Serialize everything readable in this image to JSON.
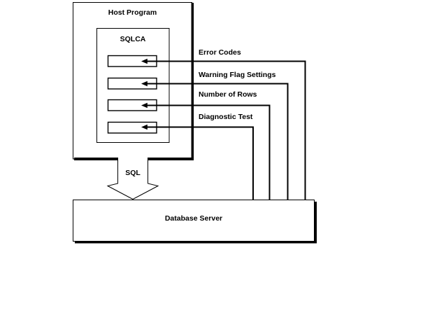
{
  "colors": {
    "line": "#000000",
    "background": "#ffffff",
    "box_fill": "#ffffff"
  },
  "host_program": {
    "label": "Host Program"
  },
  "sqlca": {
    "label": "SQLCA",
    "slot_count": 4
  },
  "connections": [
    {
      "label": "Error Codes"
    },
    {
      "label": "Warning Flag Settings"
    },
    {
      "label": "Number of Rows"
    },
    {
      "label": "Diagnostic Test"
    }
  ],
  "sql_arrow": {
    "label": "SQL"
  },
  "database_server": {
    "label": "Database Server"
  }
}
